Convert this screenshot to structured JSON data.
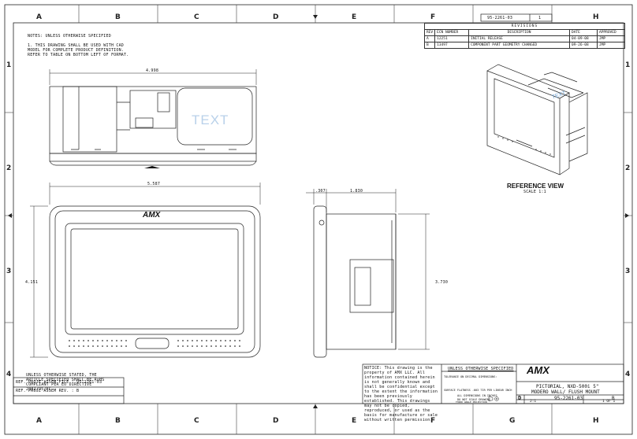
{
  "title_block": {
    "doc_number": "95-2261-03",
    "sheet_count": "1",
    "revision_letter": "B",
    "title_line1": "PICTORIAL, NXD-500i 5\"",
    "title_line2": "MODERO WALL/ FLUSH MOUNT",
    "size": "D",
    "scale": "2:1",
    "sheet": "1 OF 1",
    "brand": "AMX",
    "proprietary_notice": "NOTICE: This drawing is the property of AMX LLC. All information contained herein is not generally known and shall be confidential except to the extent the information has been previously established. This drawings may not be copied, reproduced, or used as the basis for manufacture or sale without written permission.",
    "unless_specified": "UNLESS OTHERWISE SPECIFIED",
    "tolerance": "TOLERANCE ON DECIMAL DIMENSIONS:",
    "surface_flatness": "SURFACE FLATNESS .003 TIR PER LINEAR INCH",
    "dims_in_inches": "ALL DIMENSIONS IN INCHES",
    "do_not_scale": "DO NOT SCALE DRAWING",
    "third_angle": "THIRD ANGLE PROJECTION"
  },
  "revisions": {
    "heading": "REVISIONS",
    "columns": [
      "REV",
      "ECN NUMBER",
      "DESCRIPTION",
      "DATE",
      "APPROVED"
    ],
    "rows": [
      [
        "A",
        "12251",
        "INITIAL RELEASE",
        "04-09-08",
        "JMP"
      ],
      [
        "B",
        "13497",
        "COMPONENT PART GEOMETRY CHANGED",
        "09-26-08",
        "JMP"
      ]
    ]
  },
  "notes": {
    "heading": "NOTES: UNLESS OTHERWISE SPECIFIED",
    "note1": "1. THIS DRAWING SHALL BE USED WITH CAD MODEL FOR COMPLETE PRODUCT DEFINITION. REFER TO TABLE ON BOTTOM LEFT OF FORMAT.",
    "rohs": "UNLESS OTHERWISE STATED, THE ARTICLE SPECIFIED SHALL BE RoHS COMPLIANT PER EU DIRECTIVE 2002/95/EC",
    "ref_file": "REF. PROJE ASSEM FILE : 95-2261-03",
    "ref_rev": "REF. PROJE ASSEM REV. : B"
  },
  "views": {
    "reference_title": "REFERENCE VIEW",
    "reference_scale": "SCALE  1:1",
    "top_label": "TEXT",
    "ref_label": "TEXT",
    "front_logo": "AMX",
    "dims": {
      "top_width": "4.998",
      "front_width": "5.587",
      "front_height": "4.151",
      "side_depth": "1.830",
      "side_lip": ".307",
      "side_height": "3.730"
    }
  },
  "grid": {
    "columns": [
      "A",
      "B",
      "C",
      "D",
      "E",
      "F",
      "G",
      "H"
    ],
    "rows": [
      "1",
      "2",
      "3",
      "4"
    ]
  }
}
